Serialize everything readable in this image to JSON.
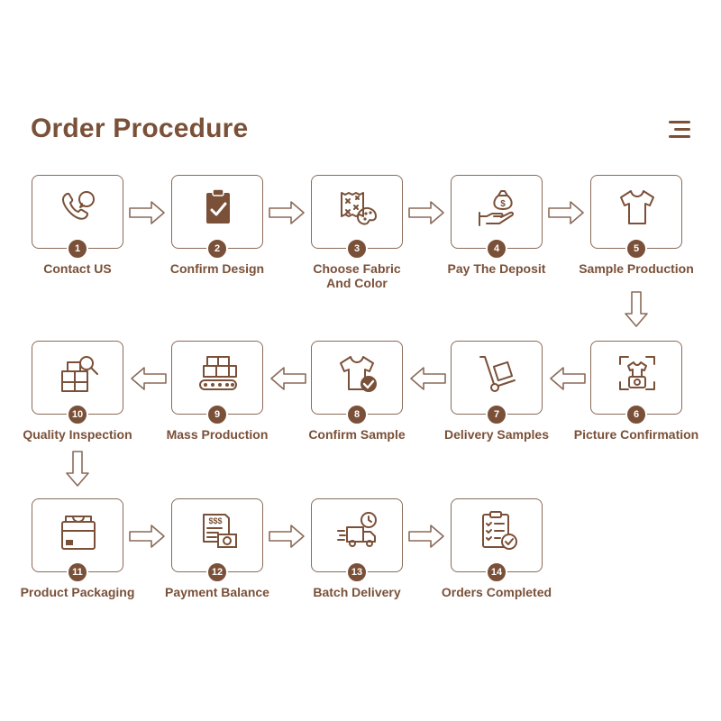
{
  "title": "Order Procedure",
  "menu_icon": "hamburger-menu-icon",
  "colors": {
    "brand": "#7a5038",
    "border": "#8a6a58"
  },
  "steps": [
    {
      "number": "1",
      "label": "Contact US",
      "icon": "phone-chat-icon"
    },
    {
      "number": "2",
      "label": "Confirm Design",
      "icon": "clipboard-check-icon"
    },
    {
      "number": "3",
      "label": "Choose Fabric\nAnd Color",
      "icon": "fabric-palette-icon"
    },
    {
      "number": "4",
      "label": "Pay The Deposit",
      "icon": "money-bag-hand-icon"
    },
    {
      "number": "5",
      "label": "Sample Production",
      "icon": "tshirt-icon"
    },
    {
      "number": "6",
      "label": "Picture Confirmation",
      "icon": "camera-tshirt-scan-icon"
    },
    {
      "number": "7",
      "label": "Delivery Samples",
      "icon": "hand-truck-icon"
    },
    {
      "number": "8",
      "label": "Confirm Sample",
      "icon": "tshirt-check-icon"
    },
    {
      "number": "9",
      "label": "Mass Production",
      "icon": "conveyor-boxes-icon"
    },
    {
      "number": "10",
      "label": "Quality Inspection",
      "icon": "boxes-magnifier-icon"
    },
    {
      "number": "11",
      "label": "Product Packaging",
      "icon": "folded-shirt-box-icon"
    },
    {
      "number": "12",
      "label": "Payment Balance",
      "icon": "invoice-cash-icon"
    },
    {
      "number": "13",
      "label": "Batch Delivery",
      "icon": "fast-truck-clock-icon"
    },
    {
      "number": "14",
      "label": "Orders Completed",
      "icon": "checklist-clipboard-icon"
    }
  ]
}
